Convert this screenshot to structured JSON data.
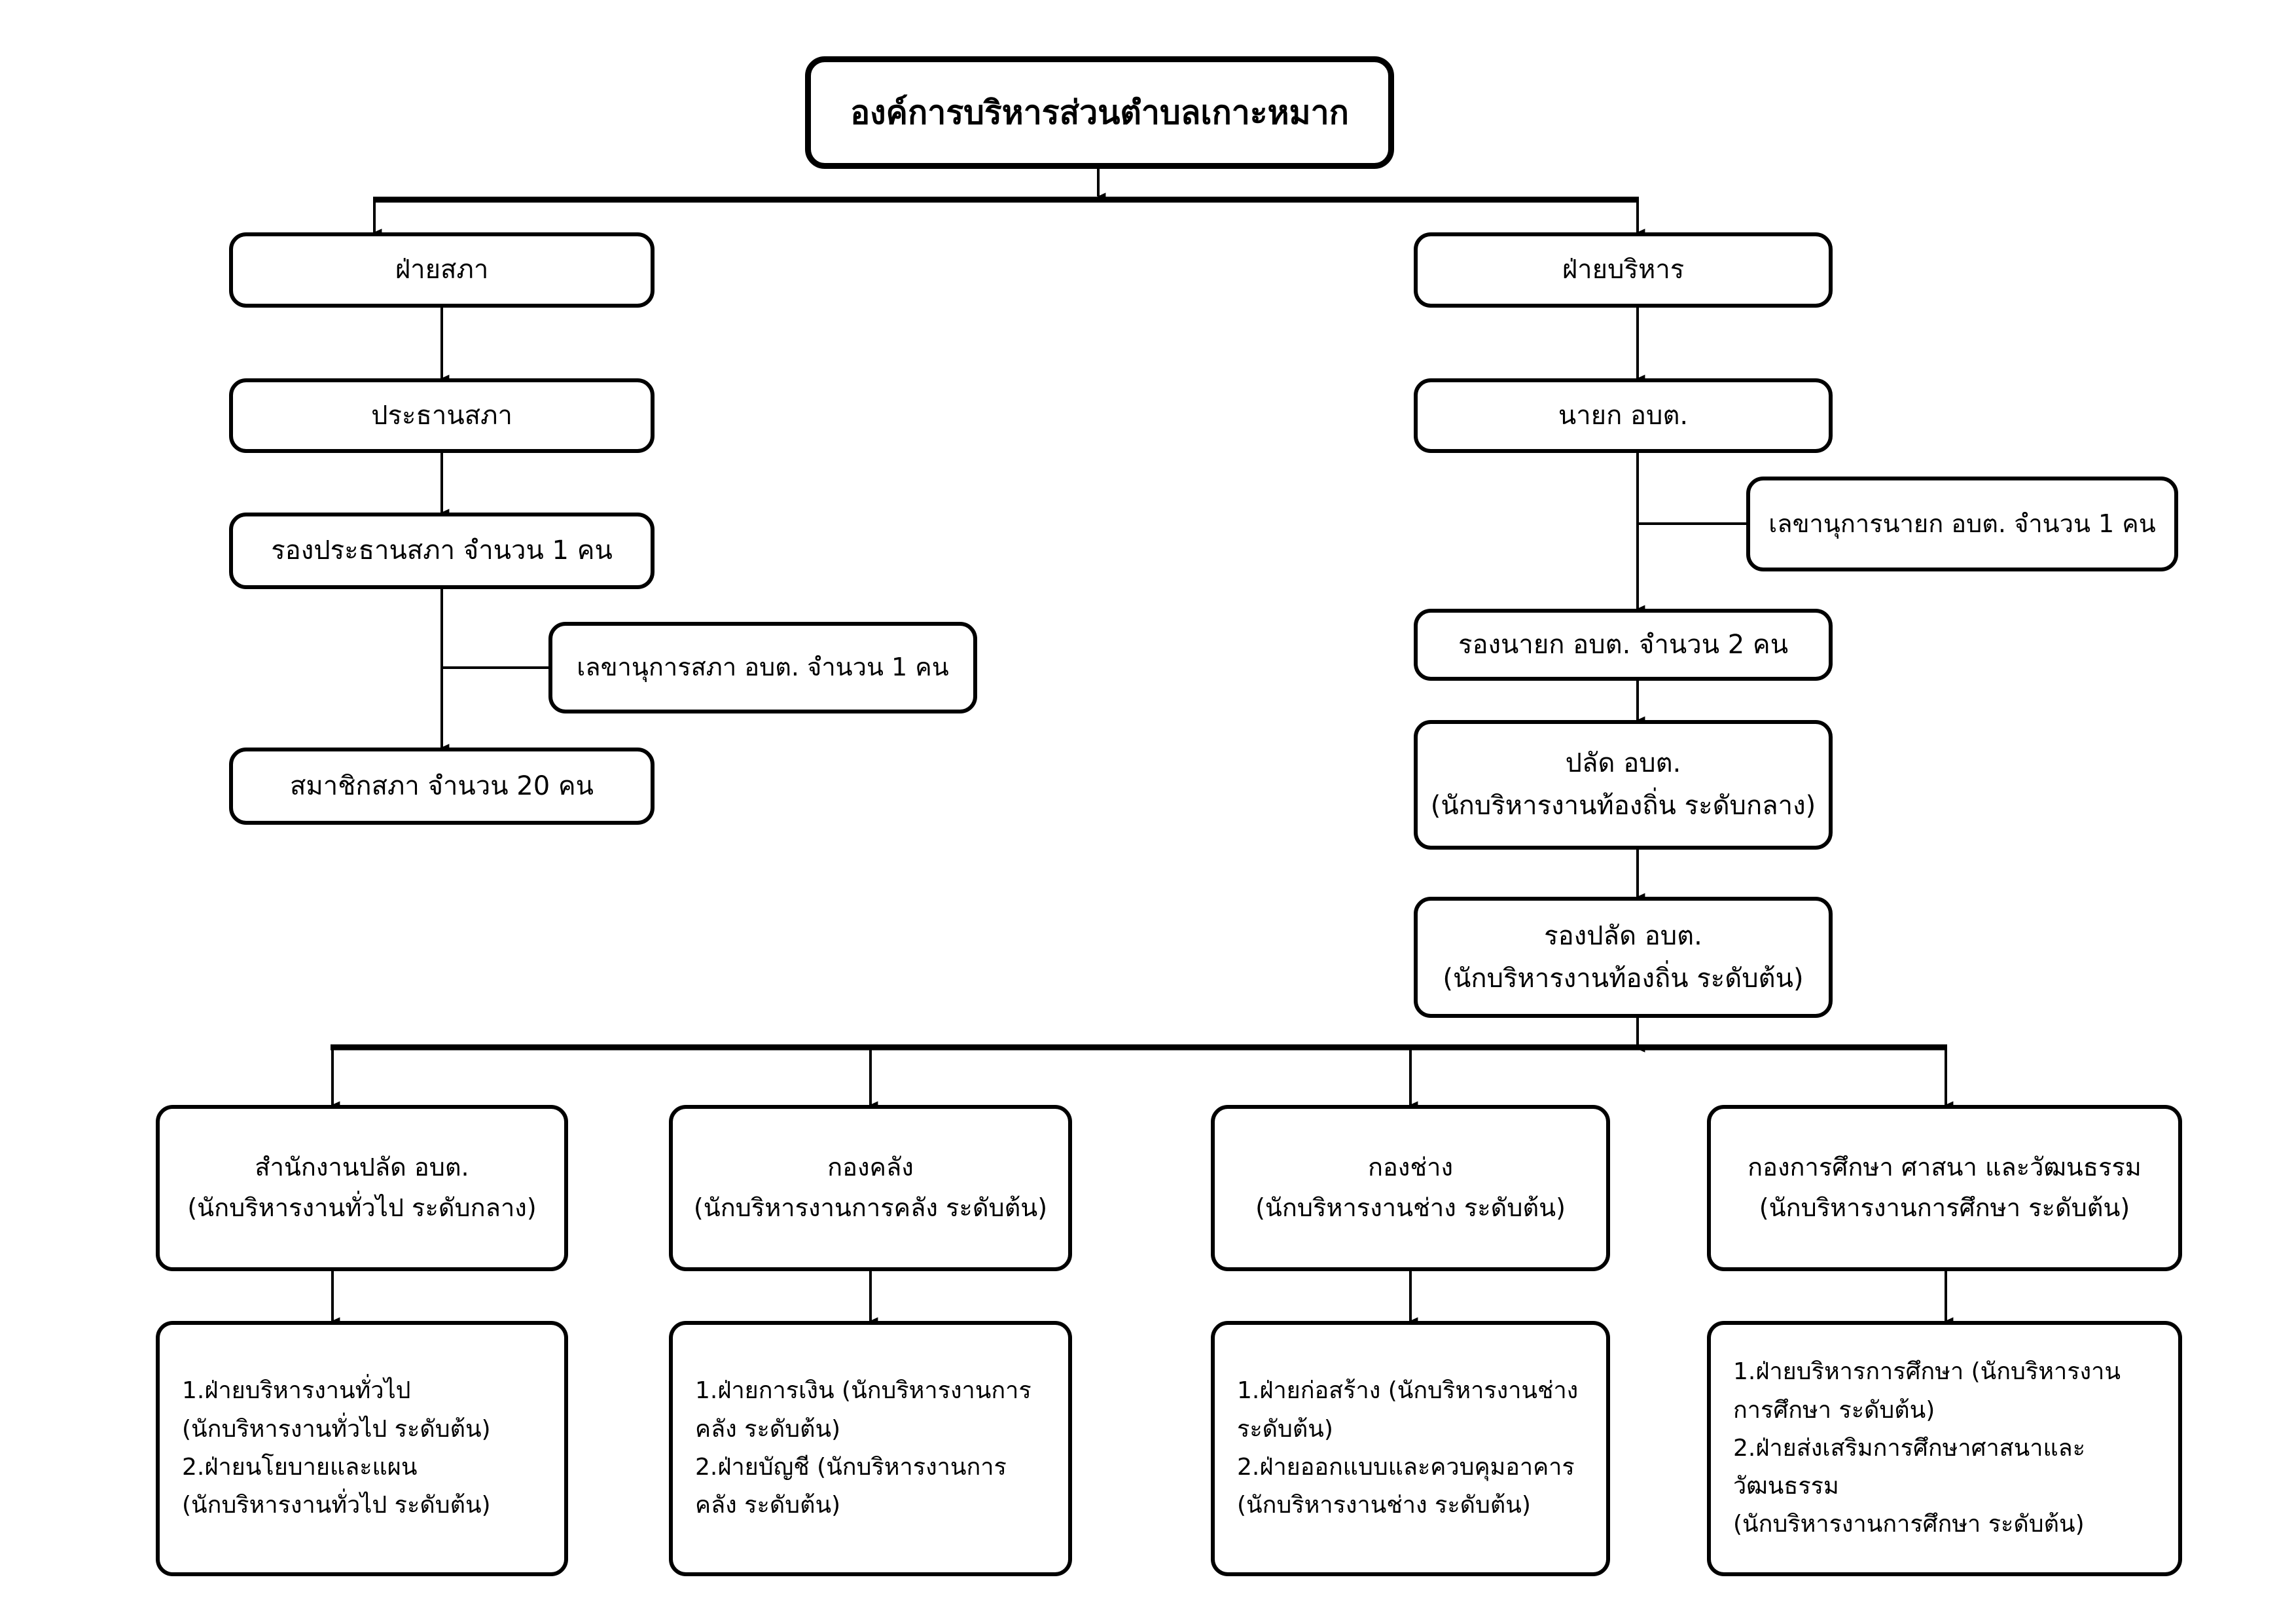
{
  "chart_data": {
    "type": "diagram",
    "title": "องค์การบริหารส่วนตำบลเกาะหมาก",
    "subtype": "organization-chart",
    "orientation": "top-down",
    "nodes": [
      {
        "id": "root",
        "label": "องค์การบริหารส่วนตำบลเกาะหมาก",
        "level": 0
      },
      {
        "id": "council",
        "label": "ฝ่ายสภา",
        "level": 1
      },
      {
        "id": "executive",
        "label": "ฝ่ายบริหาร",
        "level": 1
      },
      {
        "id": "council-chair",
        "label": "ประธานสภา",
        "level": 2
      },
      {
        "id": "council-vice",
        "label": "รองประธานสภา จำนวน 1 คน",
        "level": 3
      },
      {
        "id": "council-secretary",
        "label": "เลขานุการสภา อบต. จำนวน 1 คน",
        "level": 3
      },
      {
        "id": "council-members",
        "label": "สมาชิกสภา จำนวน 20 คน",
        "level": 4
      },
      {
        "id": "mayor",
        "label": "นายก อบต.",
        "level": 2
      },
      {
        "id": "mayor-secretary",
        "label": "เลขานุการนายก อบต. จำนวน 1 คน",
        "level": 2
      },
      {
        "id": "deputy-mayor",
        "label": "รองนายก อบต. จำนวน 2 คน",
        "level": 3
      },
      {
        "id": "clerk",
        "label": "ปลัด อบต. (นักบริหารงานท้องถิ่น ระดับกลาง)",
        "level": 4
      },
      {
        "id": "deputy-clerk",
        "label": "รองปลัด อบต. (นักบริหารงานท้องถิ่น ระดับต้น)",
        "level": 5
      },
      {
        "id": "dept-office",
        "label": "สำนักงานปลัด อบต. (นักบริหารงานทั่วไป ระดับกลาง)",
        "level": 6
      },
      {
        "id": "dept-finance",
        "label": "กองคลัง (นักบริหารงานการคลัง ระดับต้น)",
        "level": 6
      },
      {
        "id": "dept-works",
        "label": "กองช่าง (นักบริหารงานช่าง ระดับต้น)",
        "level": 6
      },
      {
        "id": "dept-education",
        "label": "กองการศึกษา ศาสนา และวัฒนธรรม (นักบริหารงานการศึกษา ระดับต้น)",
        "level": 6
      },
      {
        "id": "sub-office",
        "label": "1.ฝ่ายบริหารงานทั่วไป (นักบริหารงานทั่วไป ระดับต้น) 2.ฝ่ายนโยบายและแผน (นักบริหารงานทั่วไป ระดับต้น)",
        "level": 7
      },
      {
        "id": "sub-finance",
        "label": "1.ฝ่ายการเงิน (นักบริหารงานการคลัง ระดับต้น) 2.ฝ่ายบัญชี (นักบริหารงานการคลัง ระดับต้น)",
        "level": 7
      },
      {
        "id": "sub-works",
        "label": "1.ฝ่ายก่อสร้าง (นักบริหารงานช่าง ระดับต้น) 2.ฝ่ายออกแบบและควบคุมอาคาร (นักบริหารงานช่าง ระดับต้น)",
        "level": 7
      },
      {
        "id": "sub-education",
        "label": "1.ฝ่ายบริหารการศึกษา (นักบริหารงานการศึกษา ระดับต้น) 2.ฝ่ายส่งเสริมการศึกษาศาสนาและวัฒนธรรม (นักบริหารงานการศึกษา ระดับต้น)",
        "level": 7
      }
    ],
    "edges": [
      {
        "from": "root",
        "to": "council",
        "type": "arrow"
      },
      {
        "from": "root",
        "to": "executive",
        "type": "arrow"
      },
      {
        "from": "council",
        "to": "council-chair",
        "type": "arrow"
      },
      {
        "from": "council-chair",
        "to": "council-vice",
        "type": "arrow"
      },
      {
        "from": "council-vice",
        "to": "council-secretary",
        "type": "line"
      },
      {
        "from": "council-vice",
        "to": "council-members",
        "type": "arrow"
      },
      {
        "from": "executive",
        "to": "mayor",
        "type": "arrow"
      },
      {
        "from": "mayor",
        "to": "mayor-secretary",
        "type": "line"
      },
      {
        "from": "mayor",
        "to": "deputy-mayor",
        "type": "arrow"
      },
      {
        "from": "deputy-mayor",
        "to": "clerk",
        "type": "arrow"
      },
      {
        "from": "clerk",
        "to": "deputy-clerk",
        "type": "arrow"
      },
      {
        "from": "deputy-clerk",
        "to": "dept-office",
        "type": "arrow"
      },
      {
        "from": "deputy-clerk",
        "to": "dept-finance",
        "type": "arrow"
      },
      {
        "from": "deputy-clerk",
        "to": "dept-works",
        "type": "arrow"
      },
      {
        "from": "deputy-clerk",
        "to": "dept-education",
        "type": "arrow"
      },
      {
        "from": "dept-office",
        "to": "sub-office",
        "type": "arrow"
      },
      {
        "from": "dept-finance",
        "to": "sub-finance",
        "type": "arrow"
      },
      {
        "from": "dept-works",
        "to": "sub-works",
        "type": "arrow"
      },
      {
        "from": "dept-education",
        "to": "sub-education",
        "type": "arrow"
      }
    ],
    "colors": {
      "stroke": "#000000",
      "fill": "#ffffff",
      "text": "#000000"
    }
  },
  "root": {
    "title": "องค์การบริหารส่วนตำบลเกาะหมาก"
  },
  "council": {
    "branch_label": "ฝ่ายสภา",
    "chair": "ประธานสภา",
    "vice_chair": "รองประธานสภา จำนวน 1 คน",
    "secretary": "เลขานุการสภา อบต. จำนวน 1 คน",
    "members": "สมาชิกสภา จำนวน 20 คน"
  },
  "executive": {
    "branch_label": "ฝ่ายบริหาร",
    "mayor": "นายก อบต.",
    "mayor_secretary": "เลขานุการนายก อบต. จำนวน 1 คน",
    "deputy_mayor": "รองนายก อบต. จำนวน 2 คน",
    "clerk": {
      "line1": "ปลัด อบต.",
      "line2": "(นักบริหารงานท้องถิ่น ระดับกลาง)"
    },
    "deputy_clerk": {
      "line1": "รองปลัด อบต.",
      "line2": "(นักบริหารงานท้องถิ่น ระดับต้น)"
    }
  },
  "departments": [
    {
      "id": "office",
      "line1": "สำนักงานปลัด อบต.",
      "line2": "(นักบริหารงานทั่วไป ระดับกลาง)",
      "sub_lines": [
        "1.ฝ่ายบริหารงานทั่วไป",
        "(นักบริหารงานทั่วไป ระดับต้น)",
        "2.ฝ่ายนโยบายและแผน",
        "(นักบริหารงานทั่วไป ระดับต้น)"
      ]
    },
    {
      "id": "finance",
      "line1": "กองคลัง",
      "line2": "(นักบริหารงานการคลัง ระดับต้น)",
      "sub_lines": [
        "1.ฝ่ายการเงิน (นักบริหารงานการ",
        "คลัง ระดับต้น)",
        "2.ฝ่ายบัญชี (นักบริหารงานการ",
        "คลัง ระดับต้น)"
      ]
    },
    {
      "id": "works",
      "line1": "กองช่าง",
      "line2": "(นักบริหารงานช่าง ระดับต้น)",
      "sub_lines": [
        "1.ฝ่ายก่อสร้าง (นักบริหารงานช่าง",
        "ระดับต้น)",
        "2.ฝ่ายออกแบบและควบคุมอาคาร",
        "(นักบริหารงานช่าง ระดับต้น)"
      ]
    },
    {
      "id": "education",
      "line1": "กองการศึกษา ศาสนา และวัฒนธรรม",
      "line2": "(นักบริหารงานการศึกษา ระดับต้น)",
      "sub_lines": [
        "1.ฝ่ายบริหารการศึกษา (นักบริหารงาน",
        "การศึกษา ระดับต้น)",
        "2.ฝ่ายส่งเสริมการศึกษาศาสนาและวัฒนธรรม",
        "(นักบริหารงานการศึกษา ระดับต้น)"
      ]
    }
  ]
}
